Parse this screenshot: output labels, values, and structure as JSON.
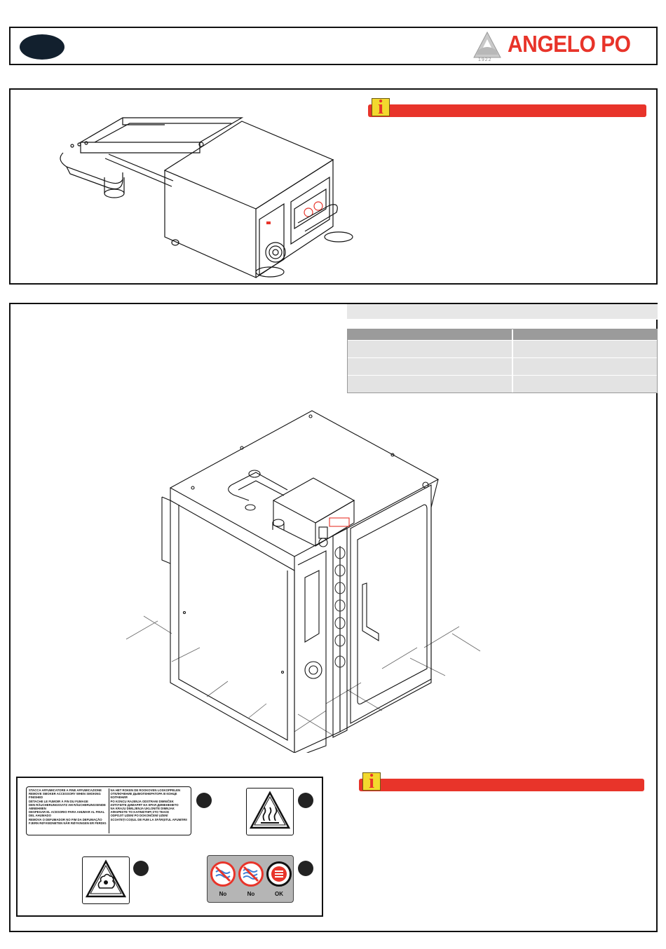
{
  "header": {
    "brand_name": "ANGELO PO",
    "brand_year": "1922",
    "colors": {
      "brand_red": "#e8342a",
      "pill_dark": "#12202e",
      "info_yellow": "#f3d92e"
    }
  },
  "icons": {
    "info": "info-icon",
    "hot_surface": "hot-surface-warning-icon",
    "smoke": "smoke-warning-icon",
    "no_water": "no-water-icon",
    "no_steam": "no-steam-icon",
    "ok_dry": "ok-dry-icon"
  },
  "info_banners": [
    {
      "symbol": "i"
    },
    {
      "symbol": "i"
    }
  ],
  "sticker": {
    "left_lines": [
      "STACCA AFFUMICATORE A FINE AFFUMICAZIONE",
      "REMOVE SMOKER ACCESSORY WHEN SMOKING FINISHED",
      "DÉTACHE LE FUMOIR À FIN DU FUMAGE",
      "DEN RÄUCHERUNGSSATZ AM RÄUCHERUNGSENDE ABNEHMEN",
      "DESPEGAR EL ACESORIO PARA AHUMAR AL FINAL DEL AHUMADO",
      "REMOVA O DEFUMADOR NO FIM DA DEFUMAÇÃO",
      "FJERN RØYKEDNETEN NÅR RØYKINGEN ER FERDIG"
    ],
    "right_lines": [
      "NA HET ROKEN DE ROOKOVEN LOSKOPPELEN",
      "ОТКЛЮЧЕНИЕ ДЫМОГЕНЕРАТОРА В КОНЦЕ КОПЧЕНИЯ",
      "PO KONCU RAJENJA ODSTRANI DIMNIČEK",
      "ИЗТОЧИТЕ ДИМАРЯТ НА КРАЯ ДИМЕНЕНЕТО",
      "NA KRAJU DIMLJENJA UKLONITE DIMNJAK",
      "ΑΦΑΙΡΕΣΤΕ ΤΟ ΚΑΠΝΙΣΤΗΡΙ ΣΤΟ ΤΕΛΟΣ",
      "ODPOJIT UZENÍ PO DOKONČENÍ UZENÍ",
      "SCOATEȚI COȘUL DE FUM LA SFÂRȘITUL AFUMĂRII"
    ]
  },
  "no_panel": {
    "labels": [
      "No",
      "No",
      "OK"
    ]
  }
}
